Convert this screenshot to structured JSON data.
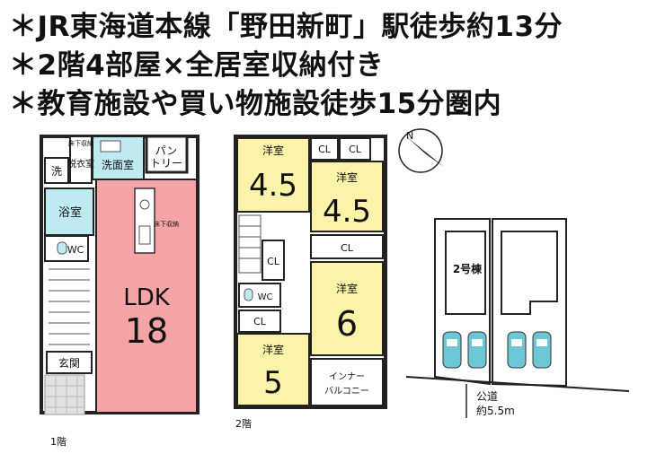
{
  "headlines": [
    "＊JR東海道本線「野田新町」駅徒歩約13分",
    "＊2階4部屋×全居室収納付き",
    "＊教育施設や買い物施設徒歩15分圏内"
  ],
  "floor1": {
    "label": "1階",
    "rooms": {
      "pantry": "パントリー",
      "washroom": "洗面室",
      "underfloor_storage_top": "床下収納",
      "changing_room": "脱衣室",
      "laundry": "洗",
      "bathroom": "浴室",
      "wc": "WC",
      "underfloor_storage_kitchen": "床下収納",
      "ldk_name": "LDK",
      "ldk_size": "18",
      "entrance": "玄関"
    }
  },
  "floor2": {
    "label": "2階",
    "rooms": {
      "western": "洋室",
      "room_a_size": "4.5",
      "room_b_size": "4.5",
      "room_c_size": "6",
      "room_d_size": "5",
      "closet": "CL",
      "wc": "WC",
      "inner_balcony": "インナーバルコニー"
    }
  },
  "site_plan": {
    "building_label": "2号棟",
    "road_label": "公道",
    "road_width": "約5.5m",
    "compass_north": "N"
  },
  "colors": {
    "ldk": "#f4a3a6",
    "western_room": "#fbf3a8",
    "wet_area": "#bfeaf2",
    "car": "#6cc6d6",
    "wall": "#222222",
    "text": "#111111"
  }
}
